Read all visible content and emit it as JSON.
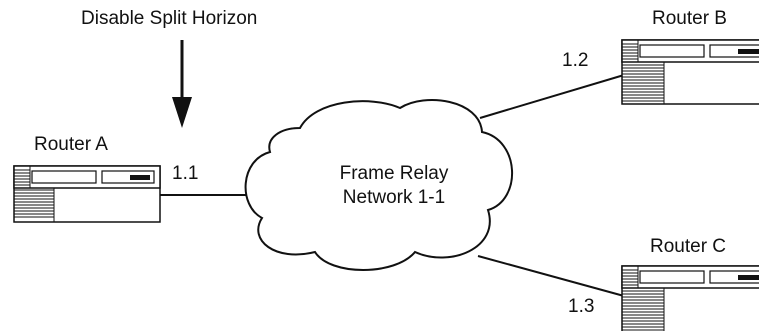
{
  "annotation": {
    "text": "Disable Split Horizon"
  },
  "cloud": {
    "line1": "Frame Relay",
    "line2": "Network 1-1"
  },
  "routers": {
    "a": {
      "name": "Router A",
      "address": "1.1"
    },
    "b": {
      "name": "Router B",
      "address": "1.2"
    },
    "c": {
      "name": "Router C",
      "address": "1.3"
    }
  },
  "colors": {
    "line": "#111111",
    "background": "#ffffff"
  }
}
